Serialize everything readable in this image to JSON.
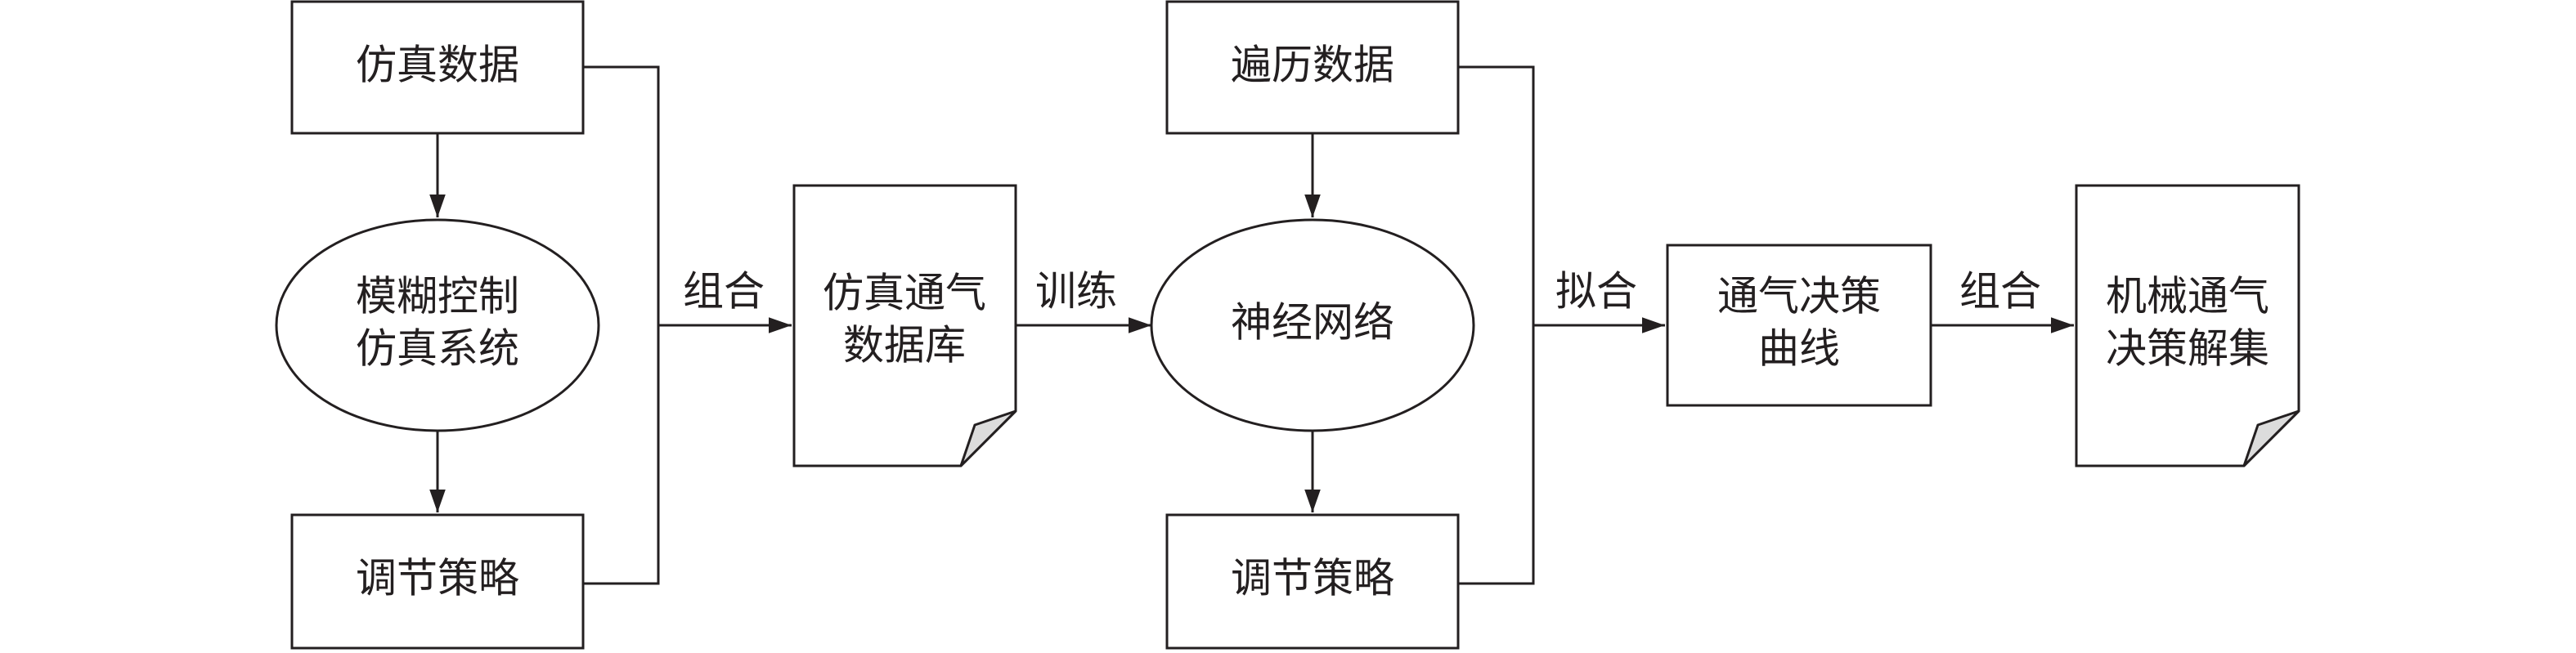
{
  "colors": {
    "stroke": "#231f20",
    "fill": "#ffffff",
    "fold": "#dcdcdc"
  },
  "nodes": {
    "sim_data": "仿真数据",
    "fuzzy_line1": "模糊控制",
    "fuzzy_line2": "仿真系统",
    "strategy_left": "调节策略",
    "sim_db_line1": "仿真通气",
    "sim_db_line2": "数据库",
    "traverse_data": "遍历数据",
    "neural_net": "神经网络",
    "strategy_right": "调节策略",
    "curve_line1": "通气决策",
    "curve_line2": "曲线",
    "solution_line1": "机械通气",
    "solution_line2": "决策解集"
  },
  "edges": {
    "combine1": "组合",
    "train": "训练",
    "fit": "拟合",
    "combine2": "组合"
  }
}
